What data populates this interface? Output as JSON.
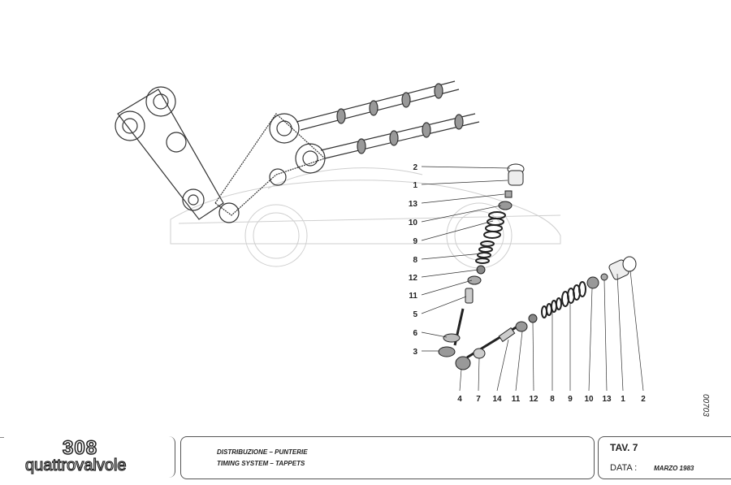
{
  "figure": {
    "callouts_left": [
      "2",
      "1",
      "13",
      "10",
      "9",
      "8",
      "12",
      "11",
      "5",
      "6",
      "3"
    ],
    "callouts_bottom": [
      "4",
      "7",
      "14",
      "11",
      "12",
      "8",
      "9",
      "10",
      "13",
      "1",
      "2"
    ],
    "drawing_code": "00703"
  },
  "title_block": {
    "logo_number": "308",
    "logo_word": "quattrovalvole",
    "title_it": "DISTRIBUZIONE – PUNTERIE",
    "title_en": "TIMING SYSTEM – TAPPETS",
    "table_label": "TAV.  7",
    "date_label": "DATA :",
    "date_value": "MARZO 1983"
  }
}
